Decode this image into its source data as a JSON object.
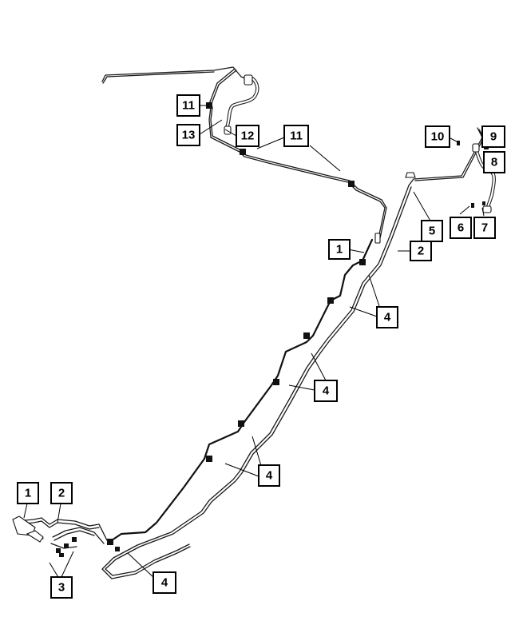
{
  "callouts": [
    {
      "id": "c1",
      "label": "11"
    },
    {
      "id": "c2",
      "label": "13"
    },
    {
      "id": "c3",
      "label": "12"
    },
    {
      "id": "c4",
      "label": "11"
    },
    {
      "id": "c5",
      "label": "10"
    },
    {
      "id": "c6",
      "label": "9"
    },
    {
      "id": "c7",
      "label": "8"
    },
    {
      "id": "c8",
      "label": "5"
    },
    {
      "id": "c9",
      "label": "6"
    },
    {
      "id": "c10",
      "label": "7"
    },
    {
      "id": "c11",
      "label": "2"
    },
    {
      "id": "c12",
      "label": "1"
    },
    {
      "id": "c13",
      "label": "4"
    },
    {
      "id": "c14",
      "label": "4"
    },
    {
      "id": "c15",
      "label": "4"
    },
    {
      "id": "c16",
      "label": "1"
    },
    {
      "id": "c17",
      "label": "2"
    },
    {
      "id": "c18",
      "label": "3"
    },
    {
      "id": "c19",
      "label": "4"
    }
  ]
}
